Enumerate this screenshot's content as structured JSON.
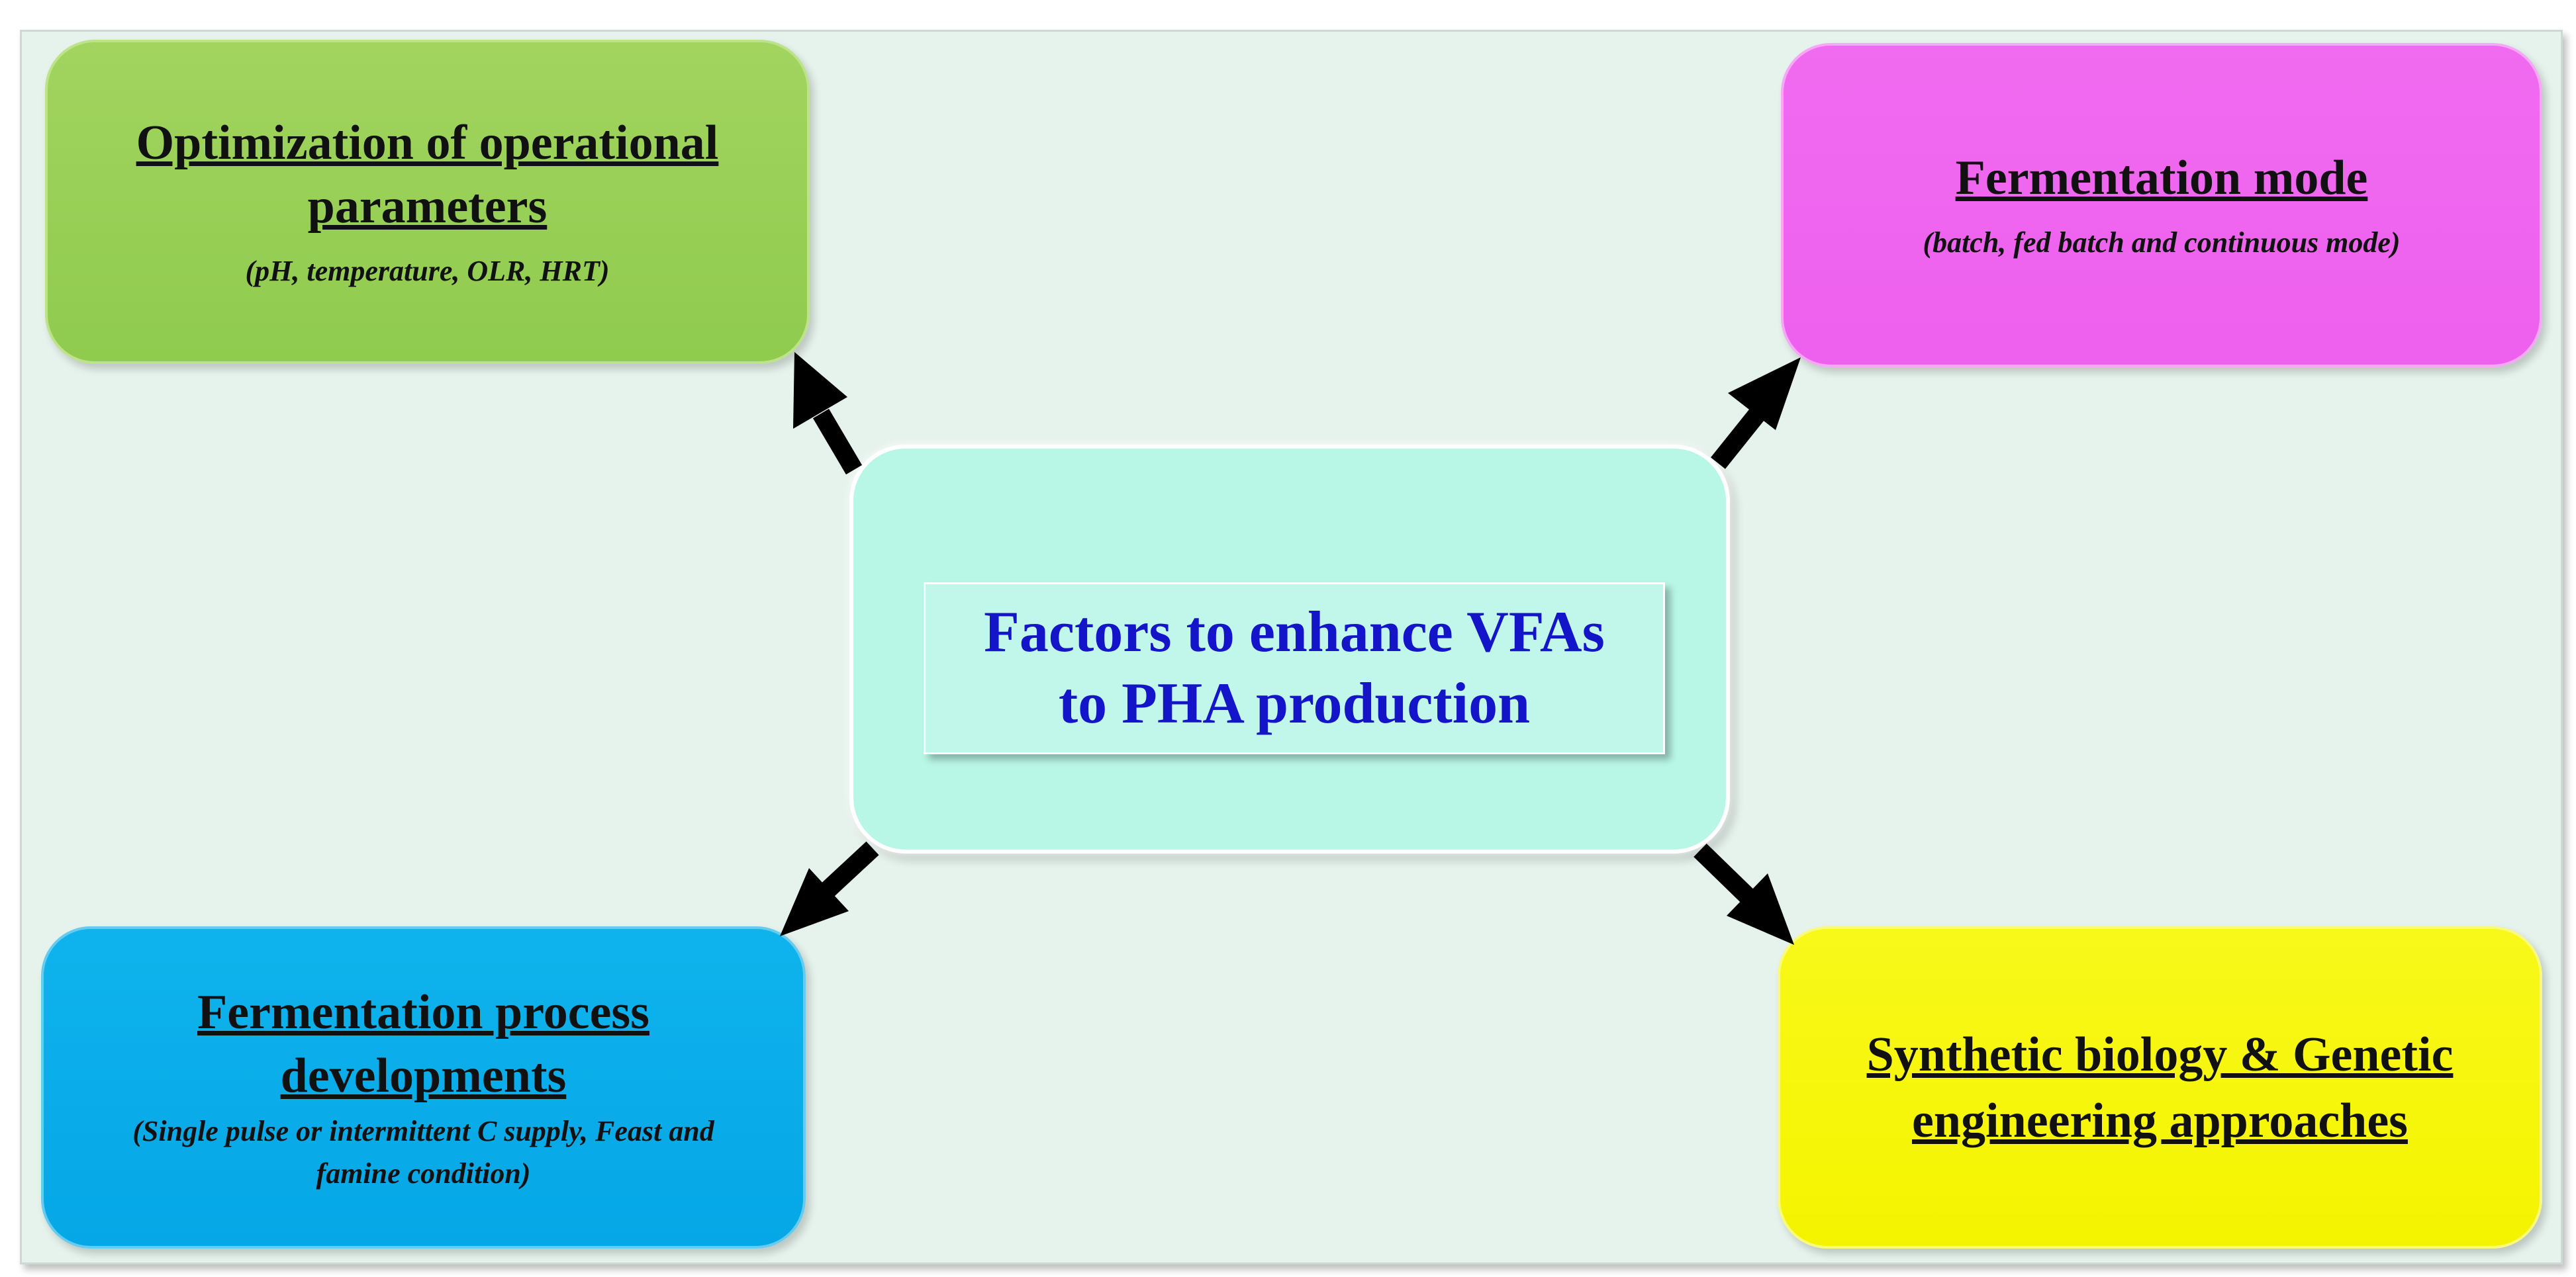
{
  "center": {
    "line1": "Factors to enhance VFAs",
    "line2": "to PHA production"
  },
  "boxes": {
    "top_left": {
      "title_line1": "Optimization of operational",
      "title_line2": "parameters",
      "subtitle": "(pH, temperature, OLR, HRT)"
    },
    "top_right": {
      "title": "Fermentation mode",
      "subtitle": "(batch, fed batch and continuous mode)"
    },
    "bottom_left": {
      "title_line1": "Fermentation process",
      "title_line2": "developments",
      "subtitle_line1": "(Single pulse or intermittent C supply, Feast and",
      "subtitle_line2": "famine condition)"
    },
    "bottom_right": {
      "title_line1": "Synthetic biology & Genetic",
      "title_line2": "engineering approaches"
    }
  },
  "colors": {
    "top_left": "#8fcb4e",
    "top_right": "#ee60ee",
    "bottom_left": "#05a7e6",
    "bottom_right": "#f4f400",
    "center": "#b8f6e6",
    "center_text": "#1414c8",
    "arrow": "#000000"
  }
}
